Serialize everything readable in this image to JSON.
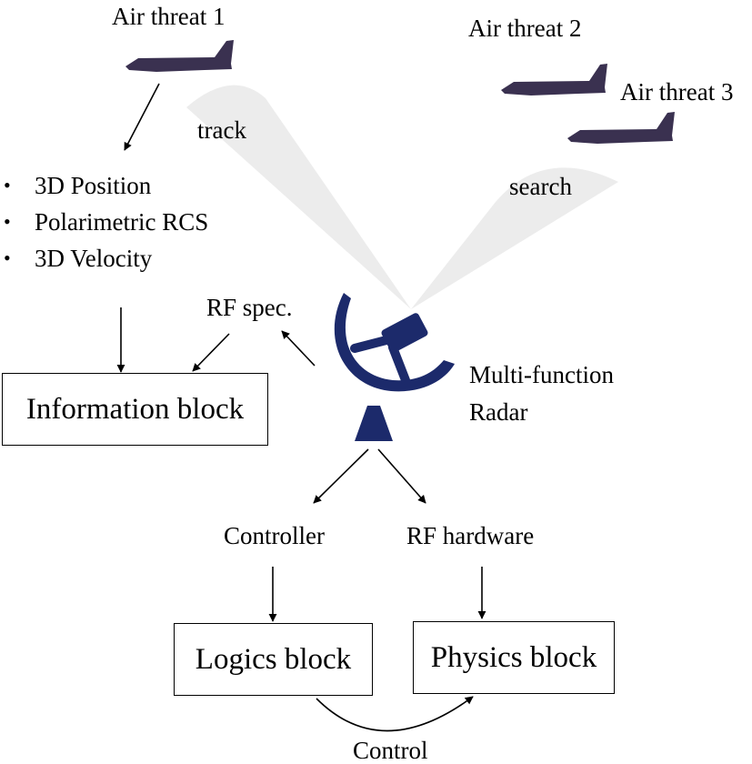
{
  "threats": {
    "t1": "Air threat 1",
    "t2": "Air threat 2",
    "t3": "Air threat 3"
  },
  "beams": {
    "track": "track",
    "search": "search"
  },
  "attributes": [
    "3D Position",
    "Polarimetric RCS",
    "3D Velocity"
  ],
  "rf_spec": "RF spec.",
  "radar": {
    "line1": "Multi-function",
    "line2": "Radar"
  },
  "blocks": {
    "information": "Information block",
    "logics": "Logics block",
    "physics": "Physics block"
  },
  "components": {
    "controller": "Controller",
    "rf_hardware": "RF hardware"
  },
  "control": "Control",
  "colors": {
    "aircraft": "#3a3150",
    "radar": "#1c2a6b",
    "beam": "#ebebeb"
  }
}
